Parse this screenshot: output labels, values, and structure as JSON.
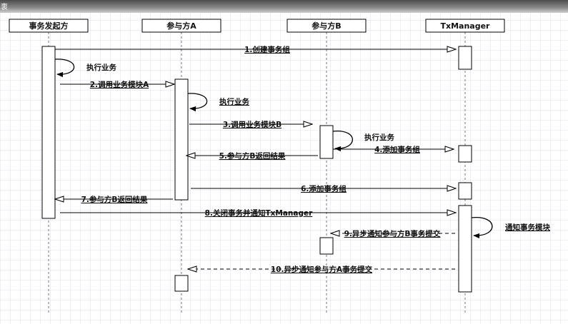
{
  "window": {
    "corner_char": "衷"
  },
  "participants": [
    "事务发起方",
    "参与方A",
    "参与方B",
    "TxManager"
  ],
  "messages": [
    "1.创建事务组",
    "执行业务",
    "2.调用业务模块A",
    "执行业务",
    "3.调用业务模块B",
    "执行业务",
    "4.添加事务组",
    "5.参与方B返回结果",
    "6.添加事务组",
    "7.参与方B返回结果",
    "8.关闭事务并通知TxManager",
    "通知事务模块",
    "9.异步通知参与方B事务提交",
    "10.异步通知参与方A事务提交"
  ],
  "colors": {
    "line": "#000000",
    "lifeline": "#777777",
    "box_fill": "#ffffff",
    "grid": "#e3e8ee"
  }
}
